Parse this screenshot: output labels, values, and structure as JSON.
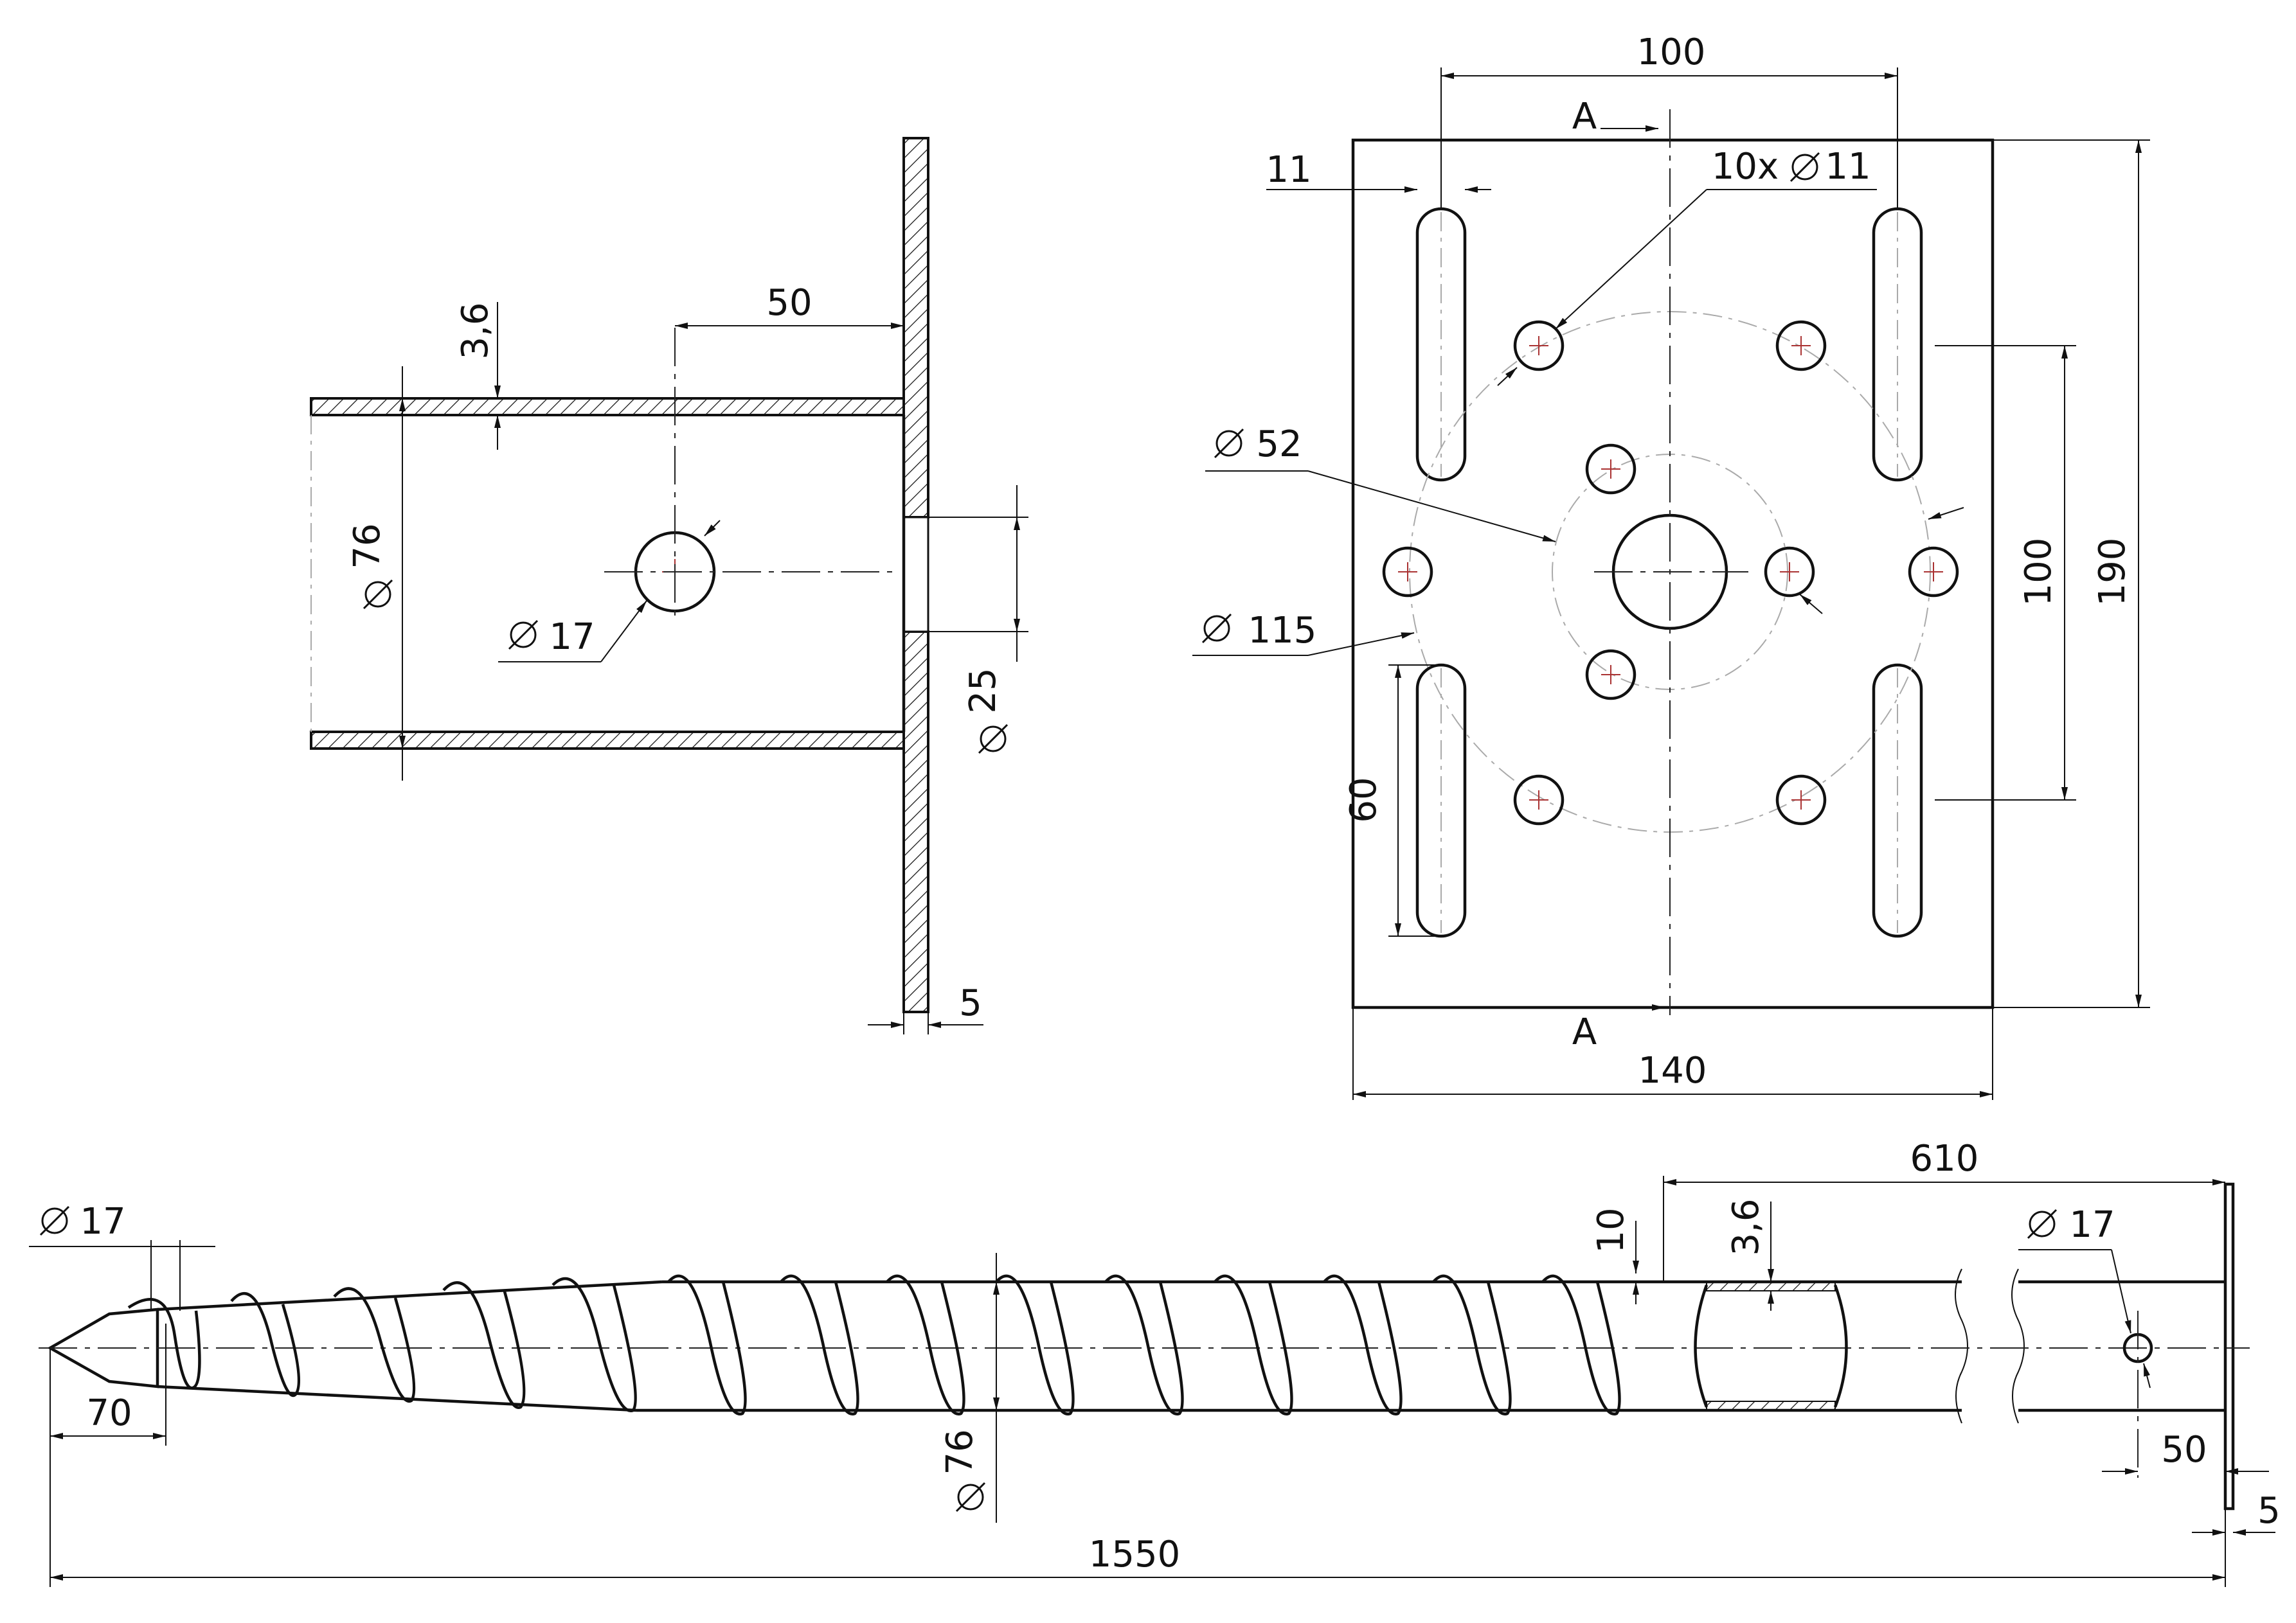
{
  "dimensions": {
    "section_view": {
      "wall": "3,6",
      "hole_offset": "50",
      "tube_diameter": "76",
      "hole_diameter": "17",
      "center_bore": "25",
      "plate_thickness": "5"
    },
    "plate_view": {
      "top_width": "100",
      "section_label": "A",
      "slot_width": "11",
      "hole_note": "10x",
      "hole_diameter": "11",
      "circle_inner": "52",
      "circle_outer": "115",
      "slot_length": "60",
      "inner_height": "100",
      "total_height": "190",
      "total_width": "140"
    },
    "pile_view": {
      "tip_hole": "17",
      "tip_length": "70",
      "plain_length": "610",
      "thread_height": "10",
      "wall": "3,6",
      "top_hole": "17",
      "top_hole_offset": "50",
      "plate_thickness": "5",
      "tube_diameter": "76",
      "total_length": "1550"
    }
  },
  "symbols": {
    "diameter": "diameter-symbol",
    "arrow": "arrow-icon",
    "hatch": "section-hatch"
  }
}
